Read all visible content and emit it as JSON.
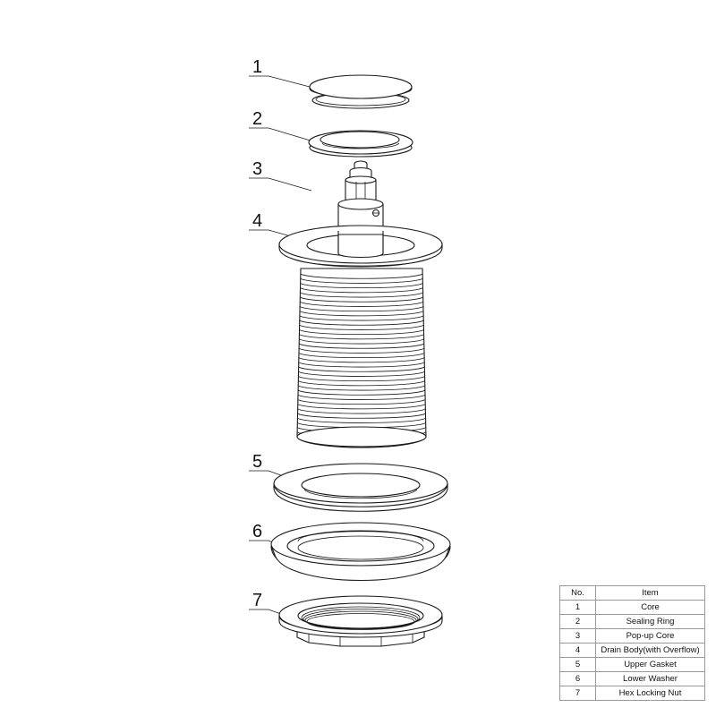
{
  "callouts": [
    "1",
    "2",
    "3",
    "4",
    "5",
    "6",
    "7"
  ],
  "table": {
    "headers": {
      "no": "No.",
      "item": "Item"
    },
    "rows": [
      {
        "no": "1",
        "item": "Core"
      },
      {
        "no": "2",
        "item": "Sealing Ring"
      },
      {
        "no": "3",
        "item": "Pop-up Core"
      },
      {
        "no": "4",
        "item": "Drain Body(with Overflow)"
      },
      {
        "no": "5",
        "item": "Upper Gasket"
      },
      {
        "no": "6",
        "item": "Lower Washer"
      },
      {
        "no": "7",
        "item": "Hex Locking Nut"
      }
    ]
  }
}
